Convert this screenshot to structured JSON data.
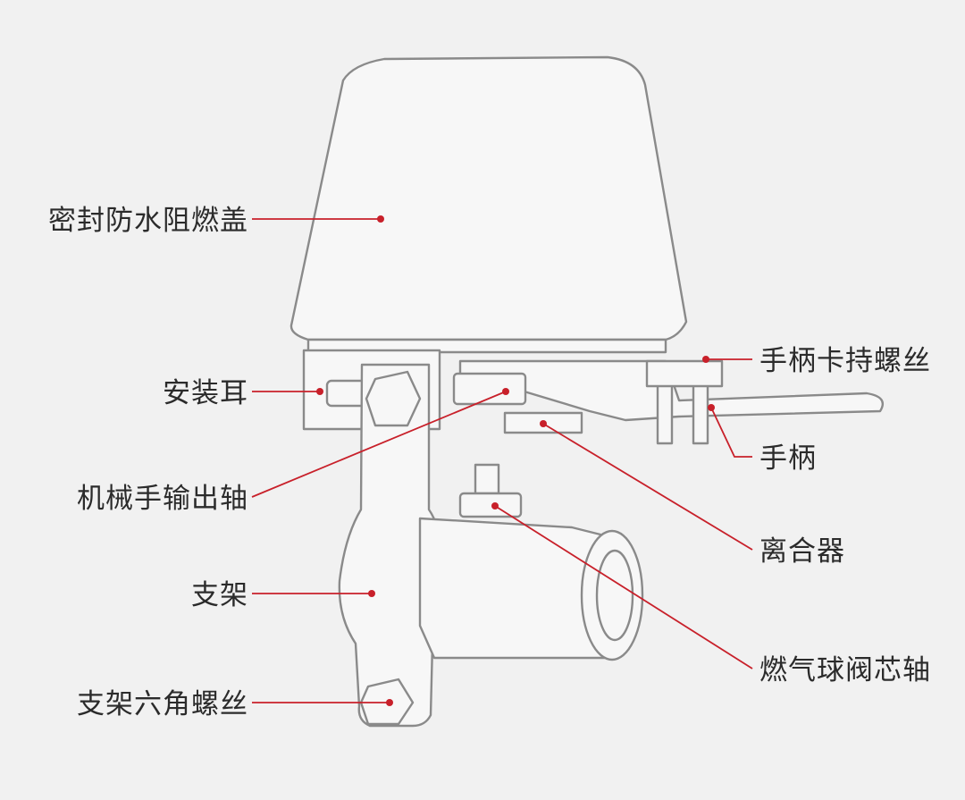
{
  "labels": {
    "seal_cover": "密封防水阻燃盖",
    "mount_ear": "安装耳",
    "robot_output_shaft": "机械手输出轴",
    "bracket": "支架",
    "bracket_hex_screw": "支架六角螺丝",
    "handle_clamp_screw": "手柄卡持螺丝",
    "handle": "手柄",
    "clutch": "离合器",
    "gas_ball_valve_stem": "燃气球阀芯轴"
  },
  "colors": {
    "background": "#f1f1f1",
    "outline": "#8a8a8a",
    "leader_line": "#c8202a",
    "text": "#2b2b2b"
  }
}
